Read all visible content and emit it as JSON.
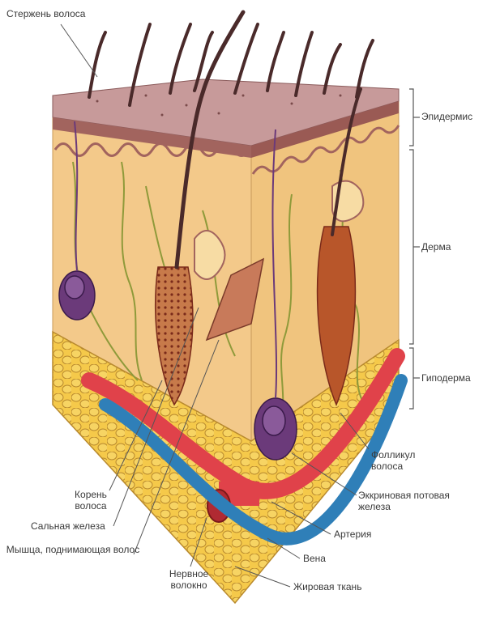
{
  "labels": {
    "hair_shaft": "Стержень волоса",
    "epidermis": "Эпидермис",
    "dermis": "Дерма",
    "hypodermis": "Гиподерма",
    "hair_follicle": "Фолликул волоса",
    "eccrine_gland": "Эккриновая потовая железа",
    "artery": "Артерия",
    "vein": "Вена",
    "fat_tissue": "Жировая ткань",
    "nerve_fiber": "Нервное волокно",
    "hair_root": "Корень волоса",
    "sebaceous_gland": "Сальная железа",
    "arrector_muscle": "Мышца, поднимающая волос"
  },
  "colors": {
    "epidermis_top": "#c79a9a",
    "epidermis_band": "#a2645e",
    "dermis": "#f3c98a",
    "dermis_light": "#f7dca4",
    "fat": "#f5c94a",
    "fat_outline": "#b98a2e",
    "artery": "#e0424a",
    "vein": "#2f7fb8",
    "gland": "#6b3a7a",
    "hair": "#4a2a2a",
    "follicle": "#9a4a2a",
    "nerve": "#8f9a3a",
    "label_text": "#3a3a3a",
    "leader_line": "#555555"
  }
}
